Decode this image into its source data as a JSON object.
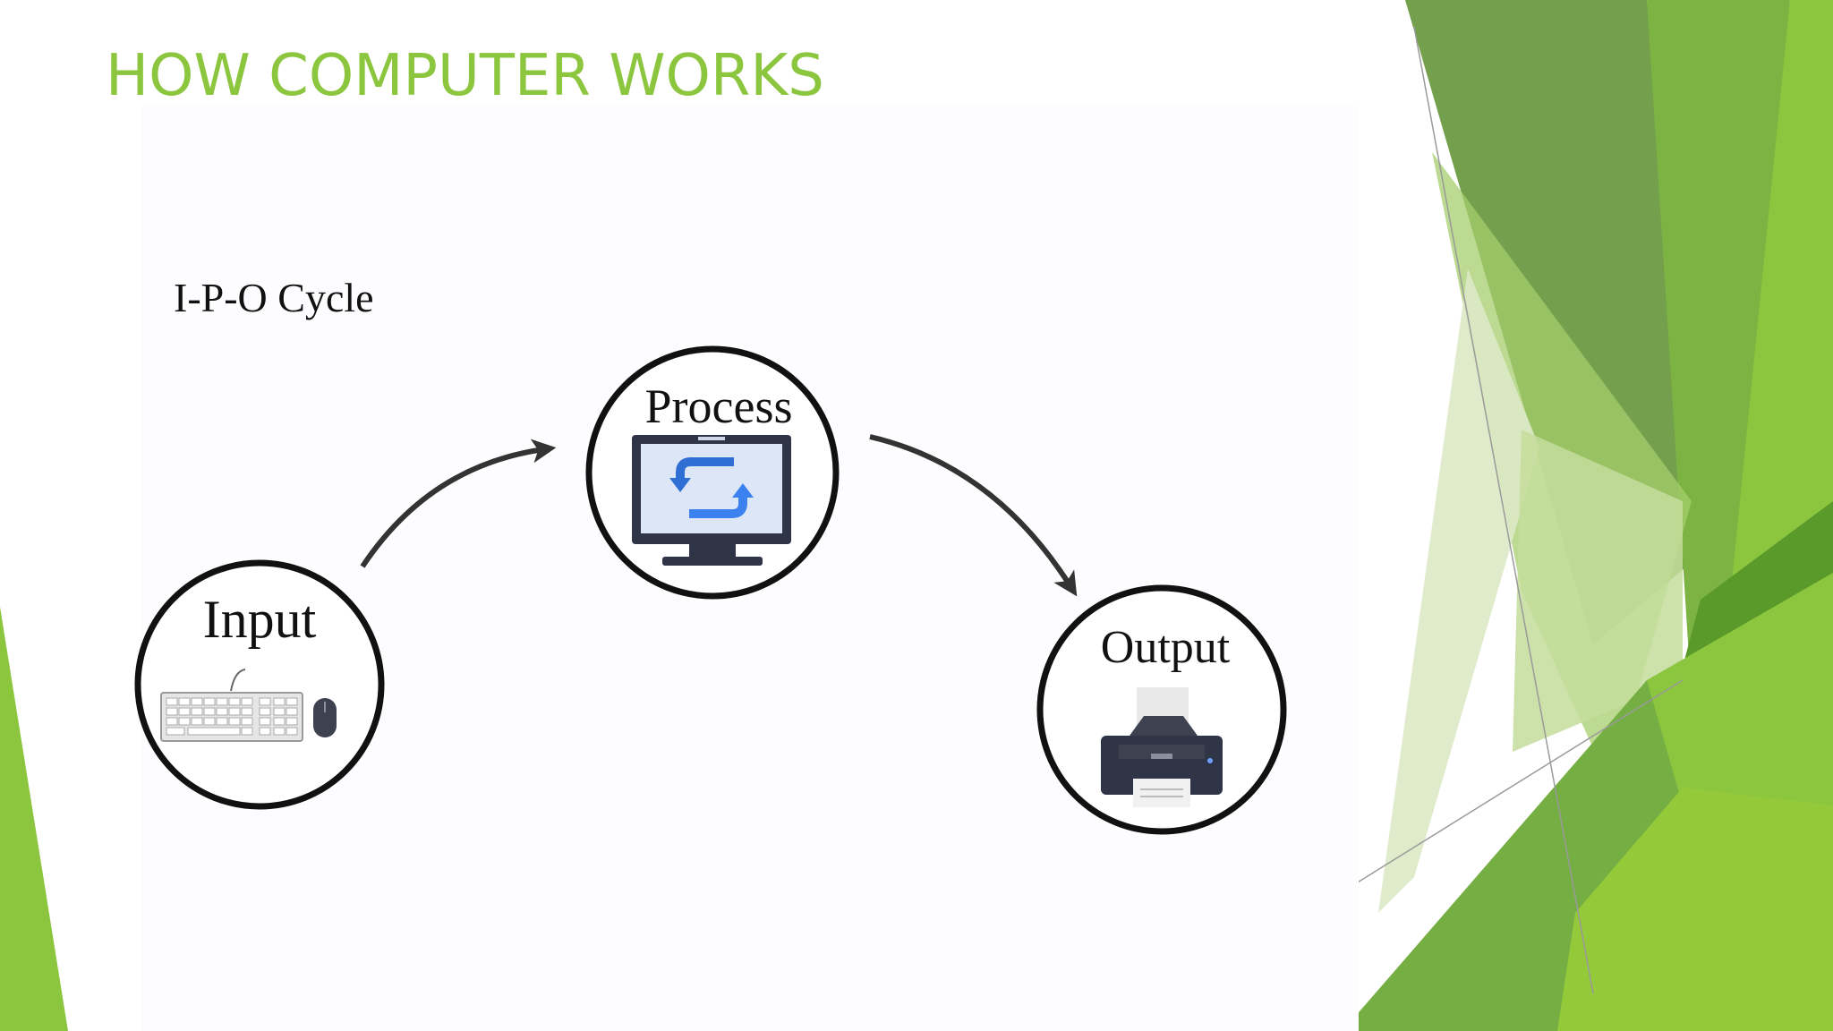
{
  "slide": {
    "title": "HOW COMPUTER WORKS",
    "accent_color": "#8CC63F"
  },
  "diagram": {
    "caption": "I-P-O Cycle",
    "nodes": [
      {
        "id": "input",
        "label": "Input",
        "icon": "keyboard-mouse-icon"
      },
      {
        "id": "process",
        "label": "Process",
        "icon": "monitor-sync-icon"
      },
      {
        "id": "output",
        "label": "Output",
        "icon": "printer-icon"
      }
    ],
    "edges": [
      {
        "from": "input",
        "to": "process"
      },
      {
        "from": "process",
        "to": "output"
      }
    ]
  }
}
